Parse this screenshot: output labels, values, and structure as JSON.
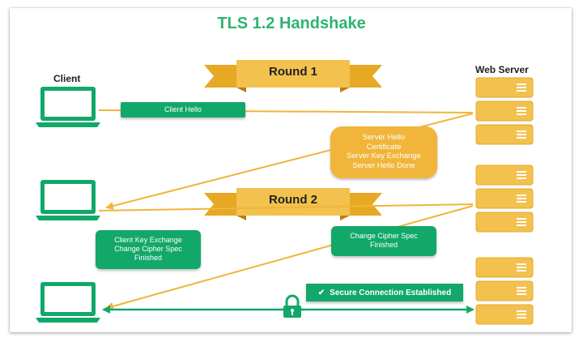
{
  "title": "TLS 1.2 Handshake",
  "labels": {
    "client": "Client",
    "server": "Web Server"
  },
  "rounds": {
    "round1": "Round 1",
    "round2": "Round 2"
  },
  "messages": {
    "client_hello": "Client Hello",
    "server_hello_lines": [
      "Server Hello",
      "Certificate",
      "Server Key Exchange",
      "Server Hello Done"
    ],
    "client_key_lines": [
      "Client Key Exchange",
      "Change Cipher Spec",
      "Finished"
    ],
    "server_change_lines": [
      "Change Cipher Spec",
      "Finished"
    ],
    "secure": "Secure Connection Established",
    "check_glyph": "✔"
  },
  "colors": {
    "green": "#12a86a",
    "title_green": "#2bb56d",
    "orange": "#f0b53a",
    "gold": "#f2c14e"
  },
  "icons": [
    "laptop-icon",
    "server-icon",
    "lock-icon",
    "ribbon-banner"
  ]
}
